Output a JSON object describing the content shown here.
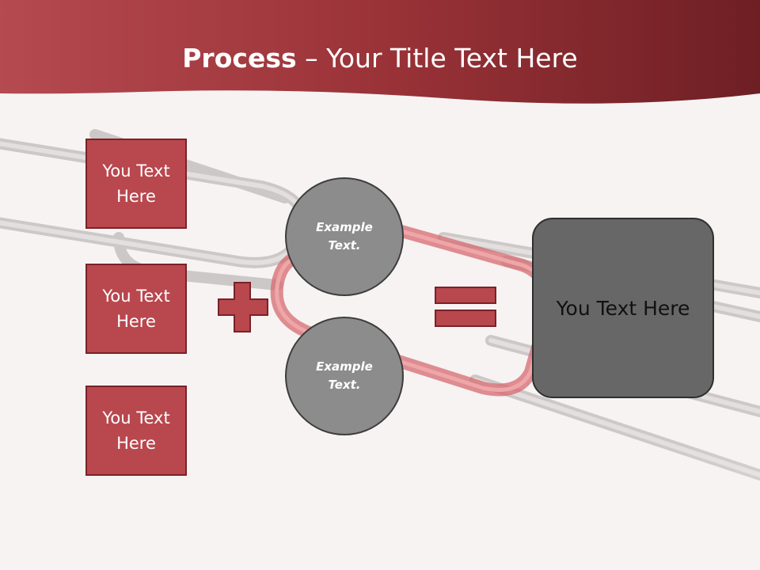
{
  "title": {
    "bold": "Process",
    "rest": " – Your Title Text Here"
  },
  "boxes": [
    {
      "label": "You Text Here"
    },
    {
      "label": "You Text Here"
    },
    {
      "label": "You Text Here"
    }
  ],
  "circles": [
    {
      "label": "Example Text."
    },
    {
      "label": "Example Text."
    }
  ],
  "result": {
    "label": "You Text Here"
  },
  "colors": {
    "header": "#9e3b40",
    "box": "#b9474e",
    "circle": "#8c8c8c",
    "result": "#676767"
  }
}
